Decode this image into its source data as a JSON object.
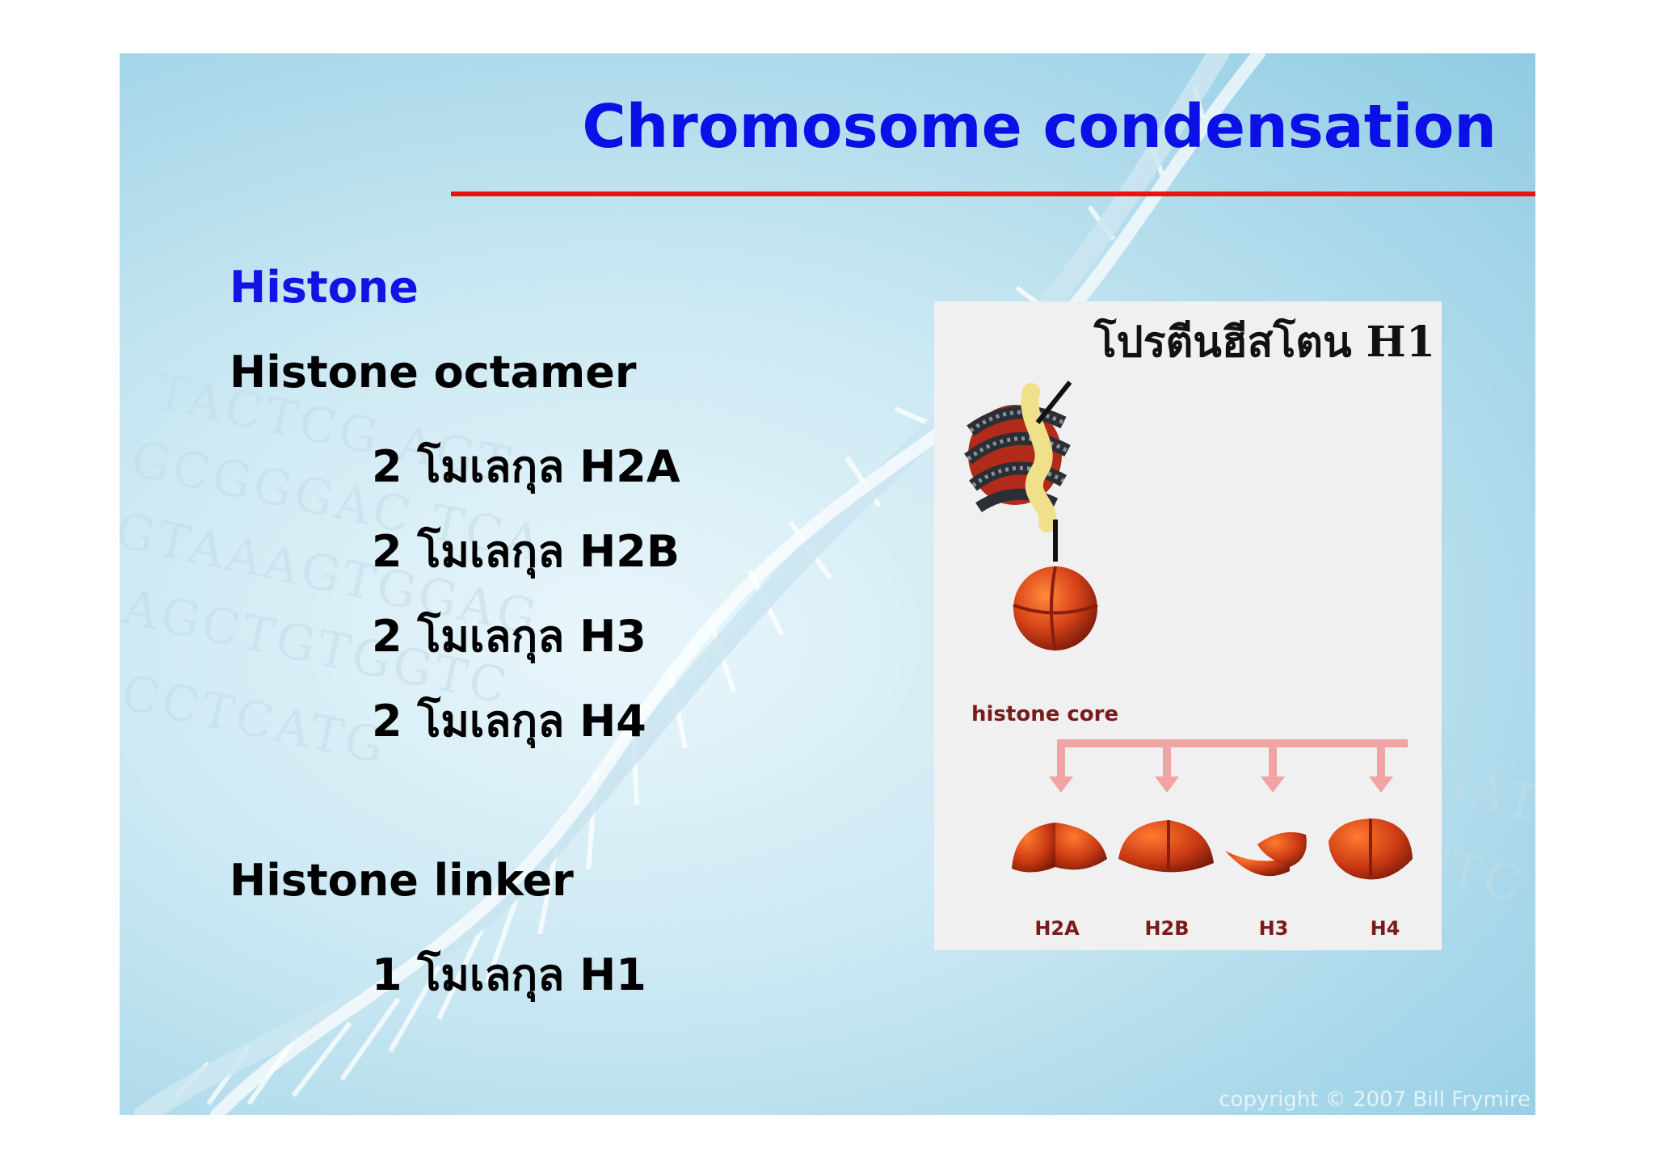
{
  "title": "Chromosome condensation",
  "content": {
    "heading": "Histone",
    "octamer_heading": "Histone octamer",
    "octamer_items": [
      "2 โมเลกุล H2A",
      "2 โมเลกุล H2B",
      "2 โมเลกุล H3",
      "2 โมเลกุล H4"
    ],
    "linker_heading": "Histone linker",
    "linker_item": "1 โมเลกุล H1"
  },
  "figure": {
    "title": "โปรตีนฮีสโตน H1",
    "core_label": "histone core",
    "subunits": [
      "H2A",
      "H2B",
      "H3",
      "H4"
    ]
  },
  "copyright": "copyright © 2007 Bill Frymire",
  "colors": {
    "title": "#0a10e6",
    "rule": "#ee1111",
    "heading": "#1413e6",
    "histone": "#d9441a"
  }
}
